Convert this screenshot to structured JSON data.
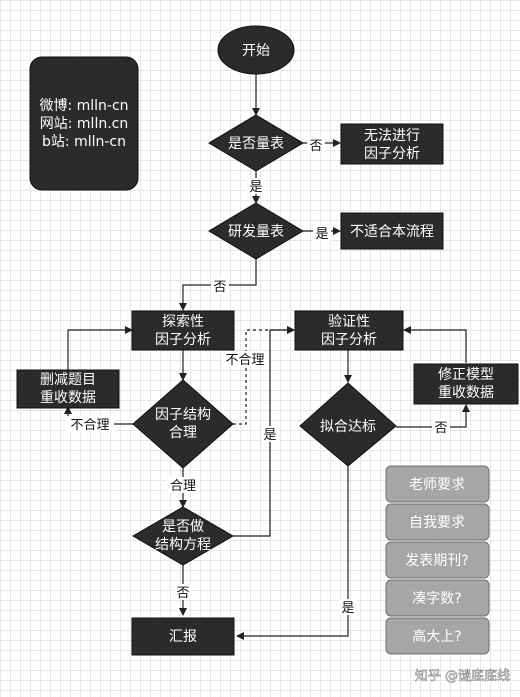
{
  "info_box": {
    "lines": [
      "微博: mlln-cn",
      "网站: mlln.cn",
      "b站: mlln-cn"
    ]
  },
  "nodes": {
    "start": "开始",
    "is_scale": "是否量表",
    "no_factor": [
      "无法进行",
      "因子分析"
    ],
    "develop": "研发量表",
    "not_fit": "不适合本流程",
    "efa": [
      "探索性",
      "因子分析"
    ],
    "cfa": [
      "验证性",
      "因子分析"
    ],
    "delete_items": [
      "删减题目",
      "重收数据"
    ],
    "modify_model": [
      "修正模型",
      "重收数据"
    ],
    "structure_ok": [
      "因子结构",
      "合理"
    ],
    "fit_ok": "拟合达标",
    "do_sem": [
      "是否做",
      "结构方程"
    ],
    "report": "汇报"
  },
  "edge_labels": {
    "no_1": "否",
    "yes_1": "是",
    "yes_2": "是",
    "no_2": "否",
    "unreasonable_1": "不合理",
    "unreasonable_2": "不合理",
    "reasonable": "合理",
    "yes_3": "是",
    "no_3": "否",
    "no_4": "否",
    "yes_4": "是"
  },
  "side_buttons": [
    "老师要求",
    "自我要求",
    "发表期刊?",
    "凑字数?",
    "高大上?"
  ],
  "watermark": "知乎 @谜底底线",
  "colors": {
    "node": "#2b2b2b",
    "gray_button": "#a6a6a6",
    "edge": "#222222"
  }
}
